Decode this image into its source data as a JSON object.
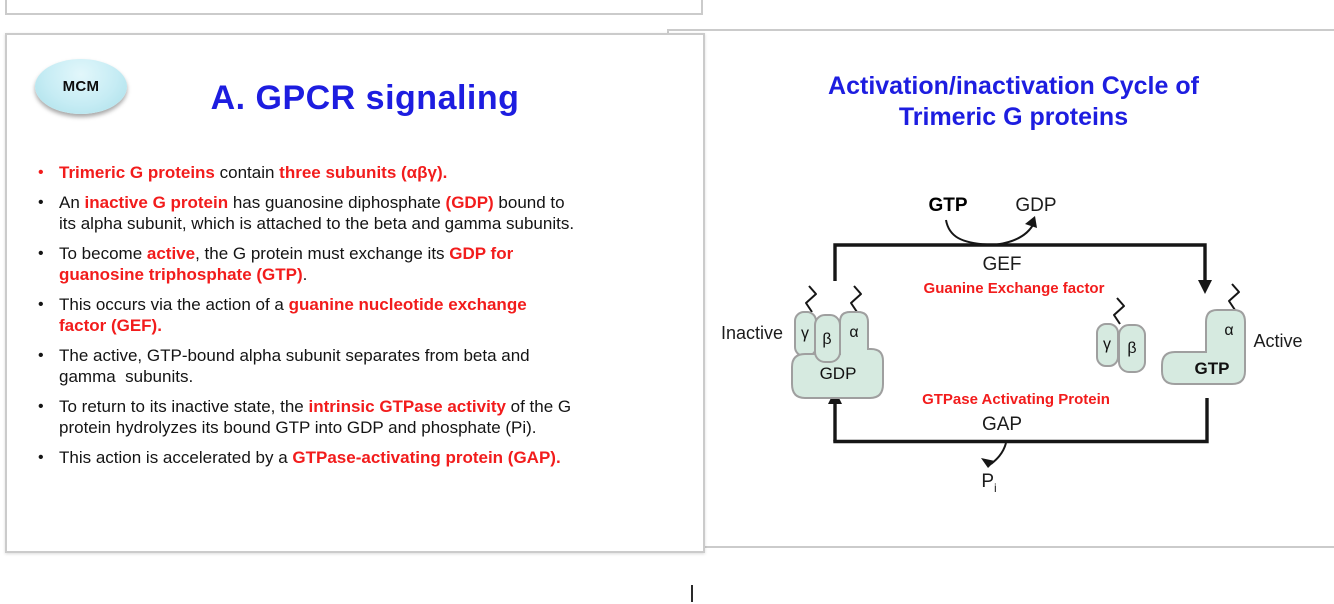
{
  "colors": {
    "title_blue": "#1d1de0",
    "accent_red": "#f21c1c",
    "subunit_fill": "#d6eae0",
    "subunit_stroke": "#9f9f9f"
  },
  "left_slide": {
    "badge": "MCM",
    "title": "A. GPCR signaling",
    "bullets": [
      {
        "dot": "red",
        "lines": [
          [
            {
              "t": "Trimeric G proteins",
              "red": true
            },
            {
              "t": " contain ",
              "red": false
            },
            {
              "t": "three subunits (αβγ).",
              "red": true
            }
          ]
        ]
      },
      {
        "dot": "black",
        "lines": [
          [
            {
              "t": "An ",
              "red": false
            },
            {
              "t": "inactive G protein",
              "red": true
            },
            {
              "t": " has guanosine diphosphate ",
              "red": false
            },
            {
              "t": "(GDP)",
              "red": true
            },
            {
              "t": " bound to",
              "red": false
            }
          ],
          [
            {
              "t": "its alpha subunit, which is attached to the beta and gamma subunits.",
              "red": false
            }
          ]
        ]
      },
      {
        "dot": "black",
        "lines": [
          [
            {
              "t": "To become ",
              "red": false
            },
            {
              "t": "active",
              "red": true
            },
            {
              "t": ", the G protein must exchange its ",
              "red": false
            },
            {
              "t": "GDP for",
              "red": true
            }
          ],
          [
            {
              "t": "guanosine triphosphate (GTP)",
              "red": true
            },
            {
              "t": ".",
              "red": false
            }
          ]
        ]
      },
      {
        "dot": "black",
        "lines": [
          [
            {
              "t": "This occurs via the action of a ",
              "red": false
            },
            {
              "t": "guanine nucleotide exchange",
              "red": true
            }
          ],
          [
            {
              "t": "factor (GEF).",
              "red": true
            }
          ]
        ]
      },
      {
        "dot": "black",
        "lines": [
          [
            {
              "t": "The active, GTP-bound alpha subunit separates from beta and",
              "red": false
            }
          ],
          [
            {
              "t": "gamma  subunits.",
              "red": false
            }
          ]
        ]
      },
      {
        "dot": "black",
        "lines": [
          [
            {
              "t": "To return to its inactive state, the ",
              "red": false
            },
            {
              "t": "intrinsic GTPase activity",
              "red": true
            },
            {
              "t": " of the G",
              "red": false
            }
          ],
          [
            {
              "t": "protein hydrolyzes its bound GTP into GDP and phosphate (Pi).",
              "red": false
            }
          ]
        ]
      },
      {
        "dot": "black",
        "lines": [
          [
            {
              "t": "This action is accelerated by a ",
              "red": false
            },
            {
              "t": "GTPase-activating protein (GAP).",
              "red": true
            }
          ]
        ]
      }
    ]
  },
  "right_slide": {
    "title_line1": "Activation/inactivation Cycle of",
    "title_line2": "Trimeric G proteins",
    "diagram": {
      "gtp_top": "GTP",
      "gdp_top": "GDP",
      "gef": "GEF",
      "gef_full": "Guanine Exchange factor",
      "gap_full": "GTPase Activating Protein",
      "gap": "GAP",
      "inactive": "Inactive",
      "active": "Active",
      "gamma": "γ",
      "beta": "β",
      "alpha": "α",
      "gdp_blob": "GDP",
      "gtp_blob": "GTP",
      "pi_base": "P",
      "pi_sub": "i"
    }
  }
}
